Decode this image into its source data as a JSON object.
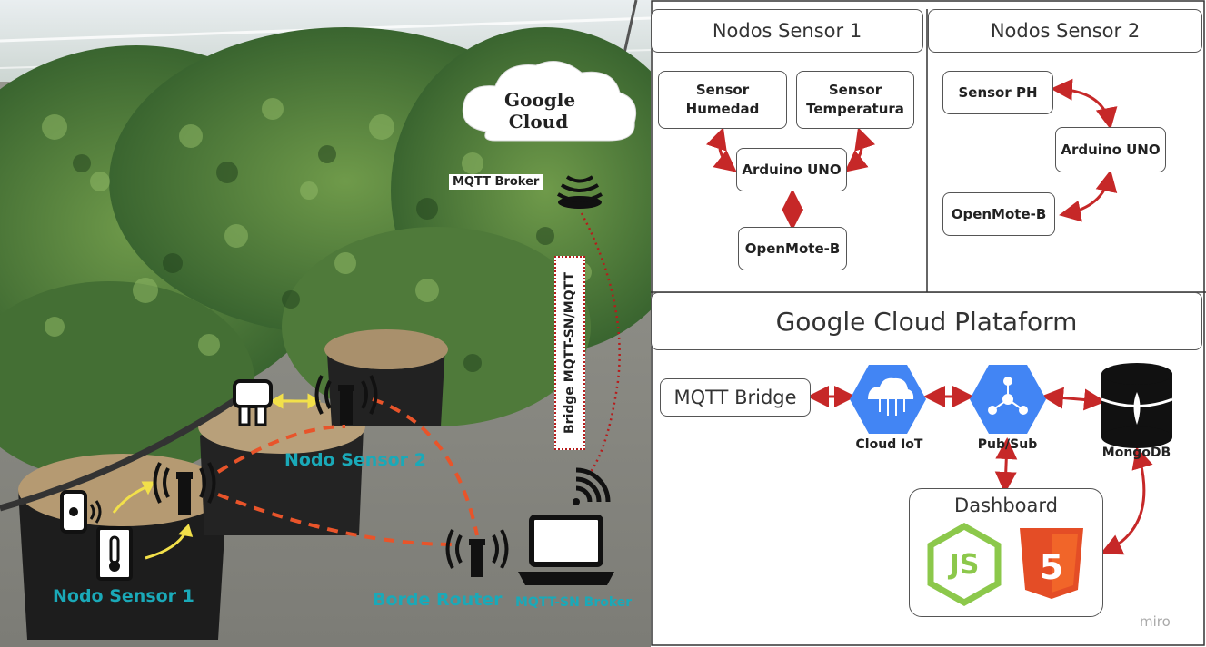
{
  "photo": {
    "cloud_label_line1": "Google",
    "cloud_label_line2": "Cloud",
    "mqtt_broker": "MQTT Broker",
    "bridge_label": "Bridge MQTT-SN/MQTT",
    "nodo_sensor_1": "Nodo Sensor 1",
    "nodo_sensor_2": "Nodo Sensor 2",
    "borde_router": "Borde Router",
    "mqttsn_broker": "MQTT-SN Broker"
  },
  "nodos1": {
    "title": "Nodos Sensor 1",
    "sensor_humedad_l1": "Sensor",
    "sensor_humedad_l2": "Humedad",
    "sensor_temp_l1": "Sensor",
    "sensor_temp_l2": "Temperatura",
    "arduino": "Arduino UNO",
    "openmote": "OpenMote-B"
  },
  "nodos2": {
    "title": "Nodos Sensor 2",
    "sensor_ph": "Sensor PH",
    "arduino": "Arduino UNO",
    "openmote": "OpenMote-B"
  },
  "gcp": {
    "title": "Google Cloud Plataform",
    "mqtt_bridge": "MQTT Bridge",
    "cloud_iot": "Cloud IoT",
    "pubsub": "Pub/Sub",
    "mongodb": "MongoDB",
    "dashboard": "Dashboard",
    "watermark": "miro"
  },
  "colors": {
    "arrow_red": "#c62828",
    "arrow_yellow": "#f2e04a",
    "dash_orange": "#e8542a",
    "cyan_text": "#1aa9b8",
    "gcp_blue": "#4285f4",
    "node_green": "#8cc84b",
    "html5_orange": "#e44d26"
  },
  "icons": [
    "cloud-icon",
    "wifi-broadcast-icon",
    "antenna-tower-icon",
    "laptop-icon",
    "phone-sensor-icon",
    "thermometer-icon",
    "ph-probe-icon",
    "wifi-icon",
    "cloud-iot-icon",
    "pubsub-icon",
    "database-icon",
    "nodejs-icon",
    "html5-icon"
  ]
}
